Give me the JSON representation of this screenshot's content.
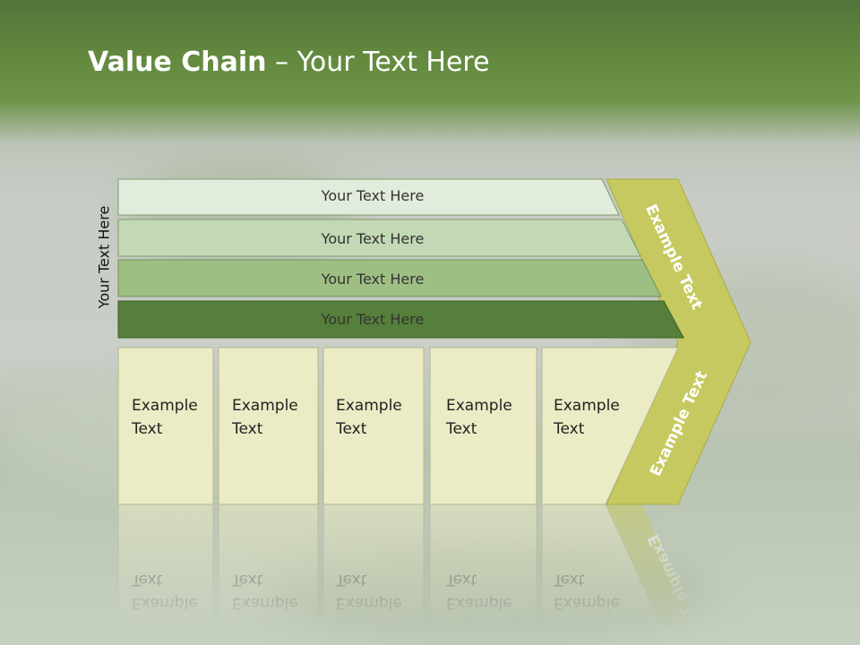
{
  "slide": {
    "title_bold": "Value Chain",
    "title_rest": " – Your Text Here",
    "side_label": "Your Text Here"
  },
  "rows": [
    {
      "label": "Your Text Here",
      "color": "#e2ecdc"
    },
    {
      "label": "Your Text Here",
      "color": "#c3d8b4"
    },
    {
      "label": "Your Text Here",
      "color": "#9ebf83"
    },
    {
      "label": "Your Text Here",
      "color": "#557f3a"
    }
  ],
  "boxes": [
    {
      "line1": "Example",
      "line2": "Text"
    },
    {
      "line1": "Example",
      "line2": "Text"
    },
    {
      "line1": "Example",
      "line2": "Text"
    },
    {
      "line1": "Example",
      "line2": "Text"
    },
    {
      "line1": "Example",
      "line2": "Text"
    }
  ],
  "chevron": {
    "upper_text": "Example Text",
    "lower_text": "Example Text",
    "color": "#c6c95f"
  },
  "colors": {
    "header_green": "#5e8440",
    "box_fill": "#ebebc5"
  }
}
